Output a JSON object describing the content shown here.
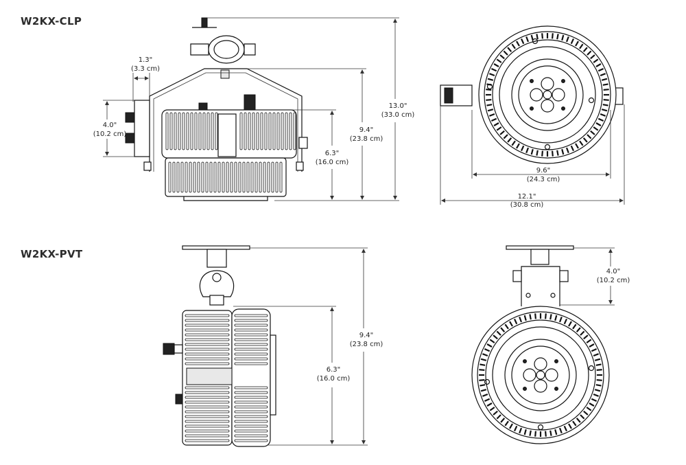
{
  "sections": {
    "clp": {
      "title": "W2KX-CLP"
    },
    "pvt": {
      "title": "W2KX-PVT"
    }
  },
  "dimensions": {
    "clp_side_clamp_offset": {
      "imperial": "1.3\"",
      "metric": "(3.3 cm)"
    },
    "clp_side_bracket_height": {
      "imperial": "4.0\"",
      "metric": "(10.2 cm)"
    },
    "clp_side_body_height": {
      "imperial": "6.3\"",
      "metric": "(16.0 cm)"
    },
    "clp_side_yoke_height": {
      "imperial": "9.4\"",
      "metric": "(23.8 cm)"
    },
    "clp_side_total_height": {
      "imperial": "13.0\"",
      "metric": "(33.0 cm)"
    },
    "clp_front_body_width": {
      "imperial": "9.6\"",
      "metric": "(24.3 cm)"
    },
    "clp_front_total_width": {
      "imperial": "12.1\"",
      "metric": "(30.8 cm)"
    },
    "pvt_side_body_height": {
      "imperial": "6.3\"",
      "metric": "(16.0 cm)"
    },
    "pvt_side_total_height": {
      "imperial": "9.4\"",
      "metric": "(23.8 cm)"
    },
    "pvt_front_mount_height": {
      "imperial": "4.0\"",
      "metric": "(10.2 cm)"
    }
  },
  "colors": {
    "line": "#111111",
    "background": "#ffffff",
    "title": "#2d2d2d"
  }
}
